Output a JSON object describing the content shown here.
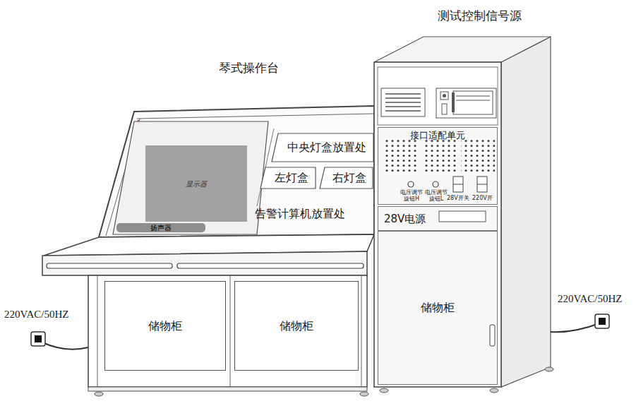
{
  "diagram": {
    "nodes": [
      {
        "text": [
          "显示器"
        ]
      },
      {
        "text": [
          "扬声器"
        ]
      },
      {
        "text": [
          "中央灯盒放置处"
        ]
      },
      {
        "text": [
          "左灯盒"
        ]
      },
      {
        "text": [
          "右灯盒"
        ]
      },
      {
        "text": [
          "储物柜"
        ]
      },
      {
        "text": [
          "储物柜"
        ]
      },
      {
        "text": [
          "接口适配单元"
        ]
      },
      {
        "text": [
          "28V电源"
        ]
      },
      {
        "text": [
          "储物柜"
        ]
      }
    ],
    "labels": [
      "测试控制信号源",
      "琴式操作台",
      "告警计算机放置处",
      "220VAC/50HZ",
      "220VAC/50HZ",
      "电压调节 旋钮H",
      "电压调节 旋钮L",
      "28V开关",
      "220V开"
    ]
  }
}
